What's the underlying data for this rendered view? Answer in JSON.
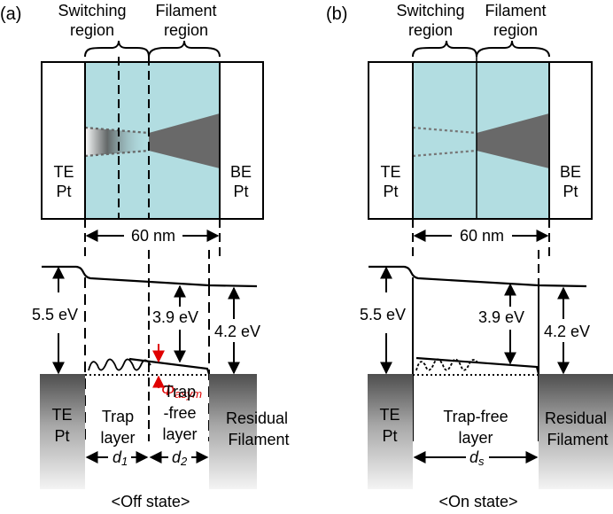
{
  "panel_a": {
    "label": "(a)",
    "switching_region": [
      "Switching",
      "region"
    ],
    "filament_region": [
      "Filament",
      "region"
    ],
    "te": [
      "TE",
      "Pt"
    ],
    "be": [
      "BE",
      "Pt"
    ],
    "width": "60 nm",
    "e1": "5.5 eV",
    "e2": "3.9 eV",
    "e3": "4.2 eV",
    "phi_symbol": "Φ",
    "phi_sub": "asym",
    "band_te": [
      "TE",
      "Pt"
    ],
    "trap_layer": [
      "Trap",
      "layer"
    ],
    "trap_free_layer": [
      "Trap",
      "-free",
      "layer"
    ],
    "residual": [
      "Residual",
      "Filament"
    ],
    "d1": "d",
    "d1_sub": "1",
    "d2": "d",
    "d2_sub": "2",
    "caption": "<Off state>"
  },
  "panel_b": {
    "label": "(b)",
    "switching_region": [
      "Switching",
      "region"
    ],
    "filament_region": [
      "Filament",
      "region"
    ],
    "te": [
      "TE",
      "Pt"
    ],
    "be": [
      "BE",
      "Pt"
    ],
    "width": "60 nm",
    "e1": "5.5 eV",
    "e2": "3.9 eV",
    "e3": "4.2 eV",
    "band_te": [
      "TE",
      "Pt"
    ],
    "trap_free": [
      "Trap-free",
      "layer"
    ],
    "residual": [
      "Residual",
      "Filament"
    ],
    "ds": "d",
    "ds_sub": "s",
    "caption": "<On state>"
  },
  "colors": {
    "oxide_fill": "#b2dde1",
    "filament": "#696969",
    "metal_dark": "#555555",
    "metal_light": "#f2f2f2",
    "highlight": "#e00000"
  }
}
